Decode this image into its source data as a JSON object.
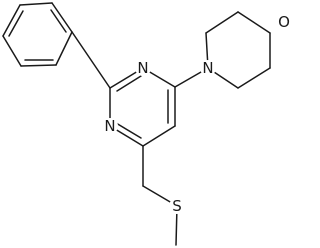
{
  "structure": {
    "atoms": {
      "morpholine_O": "O",
      "morpholine_N": "N",
      "pyrimidine_N3": "N",
      "pyrimidine_N1": "N",
      "thioether_S": "S"
    }
  },
  "colors": {
    "bond": "#1a1a1a",
    "background": "#ffffff"
  }
}
